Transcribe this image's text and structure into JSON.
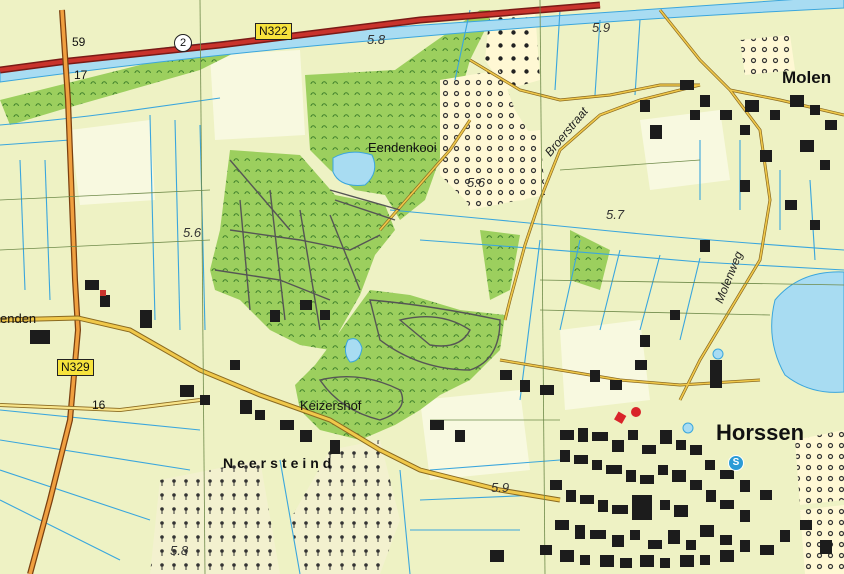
{
  "labels": {
    "molen": "Molen",
    "eendenkooi": "Eendenkooi",
    "broerstraat": "Broerstraat",
    "molenweg": "Molenweg",
    "keizershof": "Keizershof",
    "neersteind": "Neersteind",
    "horssen": "Horssen",
    "enden": "enden"
  },
  "elevations": {
    "e1": "5.8",
    "e2": "5.9",
    "e3": "5.6",
    "e4": "5.7",
    "e5": "5.6",
    "e6": "5.9",
    "e7": "5.8"
  },
  "roads": {
    "n322": "N322",
    "n329": "N329",
    "route2": "2",
    "r59": "59",
    "r17": "17",
    "r16": "16"
  },
  "symbols": {
    "swimming": "S"
  },
  "colors": {
    "grass": "#eef2c4",
    "forest": "#9ccf5e",
    "water": "#a8dcf2",
    "ditch": "#3aa6dd",
    "road_main": "#f0c84a",
    "motorway": "#c9332c",
    "building": "#1c1c1c",
    "orchard": "#fff8d4"
  }
}
